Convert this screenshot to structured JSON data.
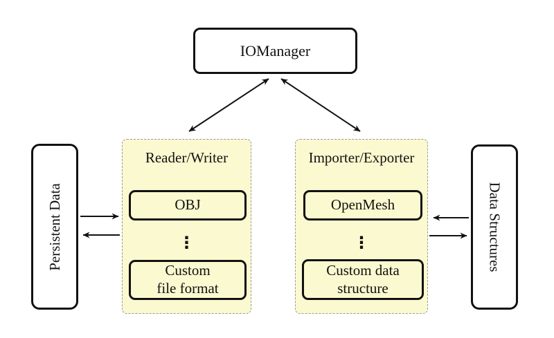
{
  "colors": {
    "group_fill": "#FBF9CF",
    "group_dash_border": "#999999",
    "node_border": "#111111",
    "node_fill": "#FFFFFF",
    "arrow": "#111111"
  },
  "nodes": {
    "io_manager": {
      "label": "IOManager"
    },
    "persistent_data": {
      "label": "Persistent Data"
    },
    "data_structures": {
      "label": "Data Structures"
    }
  },
  "groups": {
    "reader_writer": {
      "title": "Reader/Writer",
      "ellipsis": "⋮",
      "items": [
        {
          "lines": [
            "OBJ"
          ]
        },
        {
          "lines": [
            "Custom",
            "file format"
          ]
        }
      ]
    },
    "importer_exporter": {
      "title": "Importer/Exporter",
      "ellipsis": "⋮",
      "items": [
        {
          "lines": [
            "OpenMesh"
          ]
        },
        {
          "lines": [
            "Custom data",
            "structure"
          ]
        }
      ]
    }
  }
}
